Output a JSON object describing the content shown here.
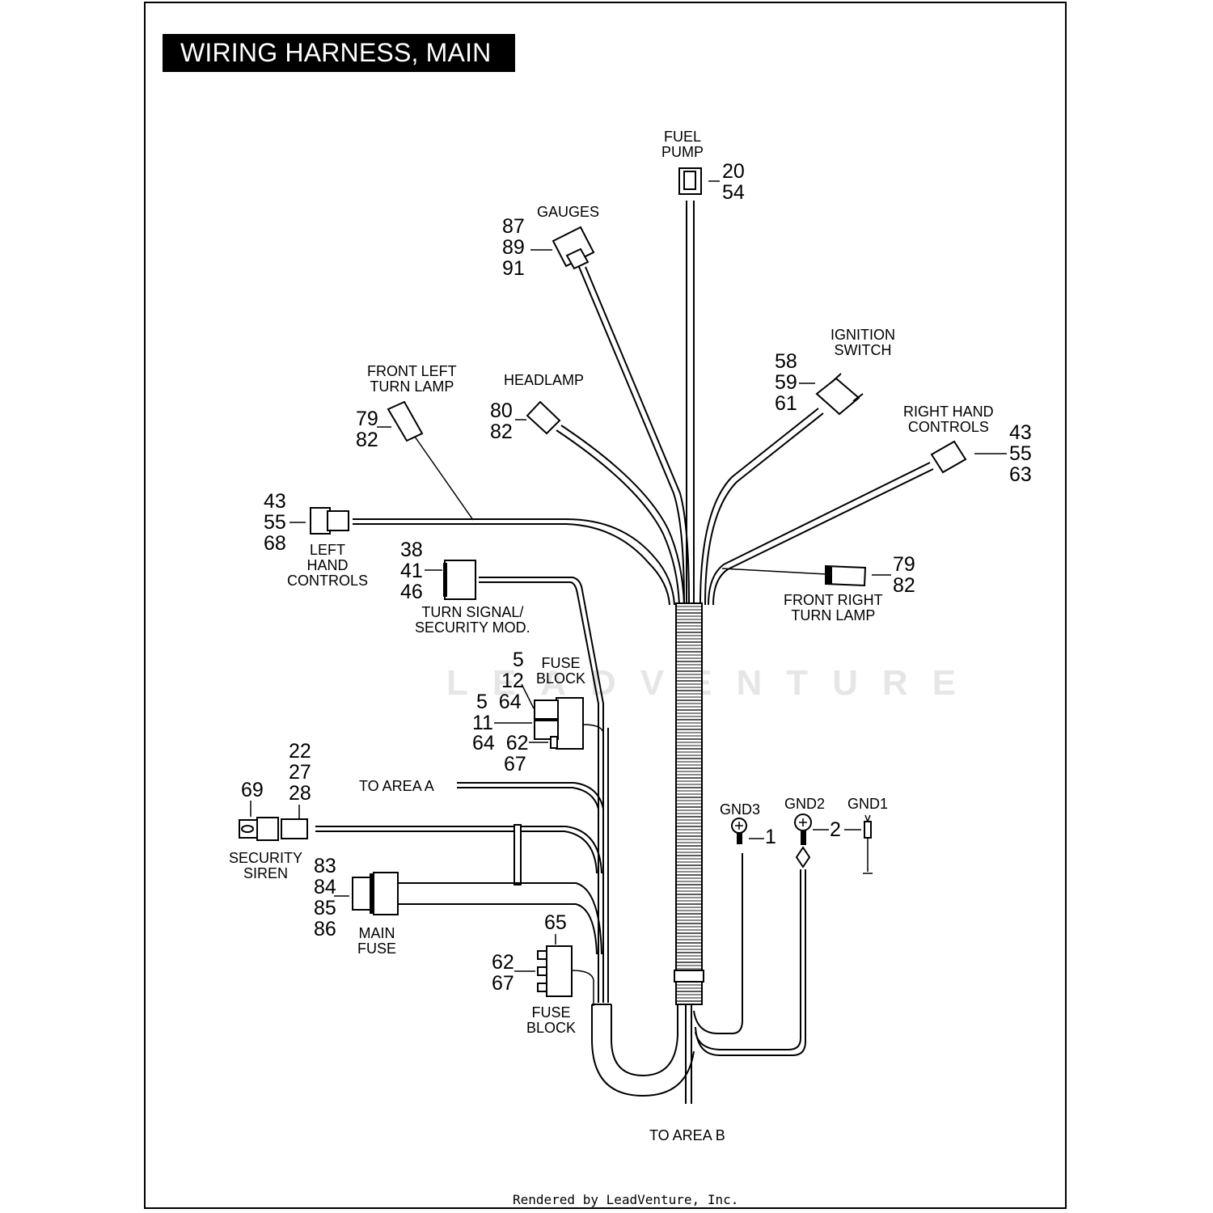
{
  "title": "WIRING HARNESS, MAIN",
  "watermark": "LEADVENTURE",
  "footer": "Rendered by LeadVenture, Inc.",
  "components": {
    "fuel_pump": {
      "label": "FUEL\nPUMP",
      "parts": "20\n54"
    },
    "gauges": {
      "label": "GAUGES",
      "parts": "87\n89\n91"
    },
    "ignition_switch": {
      "label": "IGNITION\nSWITCH",
      "parts": "58\n59\n61"
    },
    "right_hand_controls": {
      "label": "RIGHT HAND\nCONTROLS",
      "parts": "43\n55\n63"
    },
    "front_left_turn_lamp": {
      "label": "FRONT LEFT\nTURN LAMP",
      "parts": "79\n82"
    },
    "headlamp": {
      "label": "HEADLAMP",
      "parts": "80\n82"
    },
    "left_hand_controls": {
      "label": "LEFT\nHAND\nCONTROLS",
      "parts": "43\n55\n68"
    },
    "turn_signal_module": {
      "label": "TURN SIGNAL/\nSECURITY MOD.",
      "parts": "38\n41\n46"
    },
    "front_right_turn_lamp": {
      "label": "FRONT RIGHT\nTURN LAMP",
      "parts": "79\n82"
    },
    "fuse_block_upper": {
      "label": "FUSE\nBLOCK",
      "parts_a": "5\n12",
      "parts_b": "5  64",
      "parts_c": "11",
      "parts_d": "64  62",
      "parts_e": "67"
    },
    "to_area_a": {
      "label": "TO AREA A"
    },
    "security_siren": {
      "label": "SECURITY\nSIREN",
      "parts_left": "69",
      "parts_right": "22\n27\n28"
    },
    "main_fuse": {
      "label": "MAIN\nFUSE",
      "parts": "83\n84\n85\n86"
    },
    "fuse_block_lower": {
      "label": "FUSE\nBLOCK",
      "parts_top": "65",
      "parts_left": "62\n67"
    },
    "gnd3": {
      "label": "GND3",
      "part": "1"
    },
    "gnd2": {
      "label": "GND2",
      "part": "2"
    },
    "gnd1": {
      "label": "GND1"
    },
    "to_area_b": {
      "label": "TO AREA B"
    }
  }
}
